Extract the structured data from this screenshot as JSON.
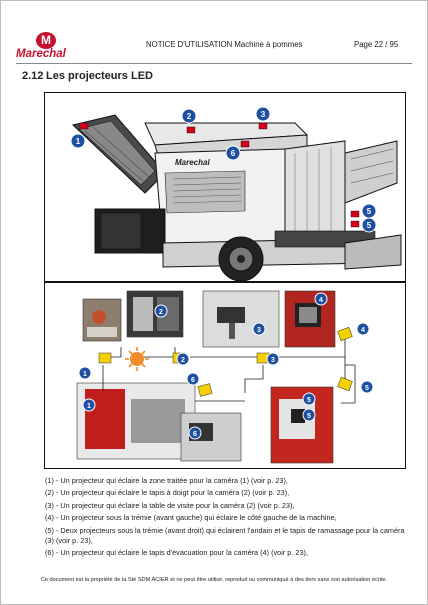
{
  "header": {
    "brand": "Marechal",
    "brand_initial": "M",
    "doc_title": "NOTICE D'UTILISATION Machine à pommes",
    "page_label": "Page 22 / 95"
  },
  "section": {
    "number": "2.12",
    "title": "Les projecteurs LED"
  },
  "machine_branding": "Marechal",
  "markers_top": [
    "1",
    "2",
    "3",
    "6",
    "5",
    "5"
  ],
  "markers_bottom": [
    "1",
    "2",
    "3",
    "4",
    "5",
    "1",
    "2",
    "3",
    "4",
    "5",
    "6",
    "6",
    "5"
  ],
  "captions": [
    "(1) - Un projecteur qui éclaire la zone traitée pour la caméra (1) (voir p. 23),",
    "(2) - Un projecteur qui éclaire le tapis à doigt pour la caméra (2) (voir p. 23),",
    "(3) - Un projecteur qui éclaire la table de visite pour la caméra (2) (voir p. 23),",
    "(4) - Un projecteur sous la trémie (avant gauche) qui éclaire le côté gauche de la machine,",
    "(5) - Deux projecteurs sous la trémie (avant droit) qui éclairent l'andain et le tapis de ramassage pour la caméra (3) (voir p. 23),",
    "(6) - Un projecteur qui éclaire le tapis d'évacuation pour la caméra (4) (voir p. 23),"
  ],
  "footer": "Ce document est la propriété de la Sté SDM ACIER et ne peut être utilisé, reproduit ou communiqué à des tiers sans son autorisation écrite.",
  "colors": {
    "brand_red": "#c8102e",
    "marker_blue": "#1f4fa3",
    "led_yellow": "#f4d000",
    "sun_orange": "#f28c28",
    "light_red": "#d4001a"
  },
  "icons": [
    "marechal-logo-icon",
    "led-projector-icon",
    "sun-burst-icon",
    "number-marker-icon"
  ]
}
